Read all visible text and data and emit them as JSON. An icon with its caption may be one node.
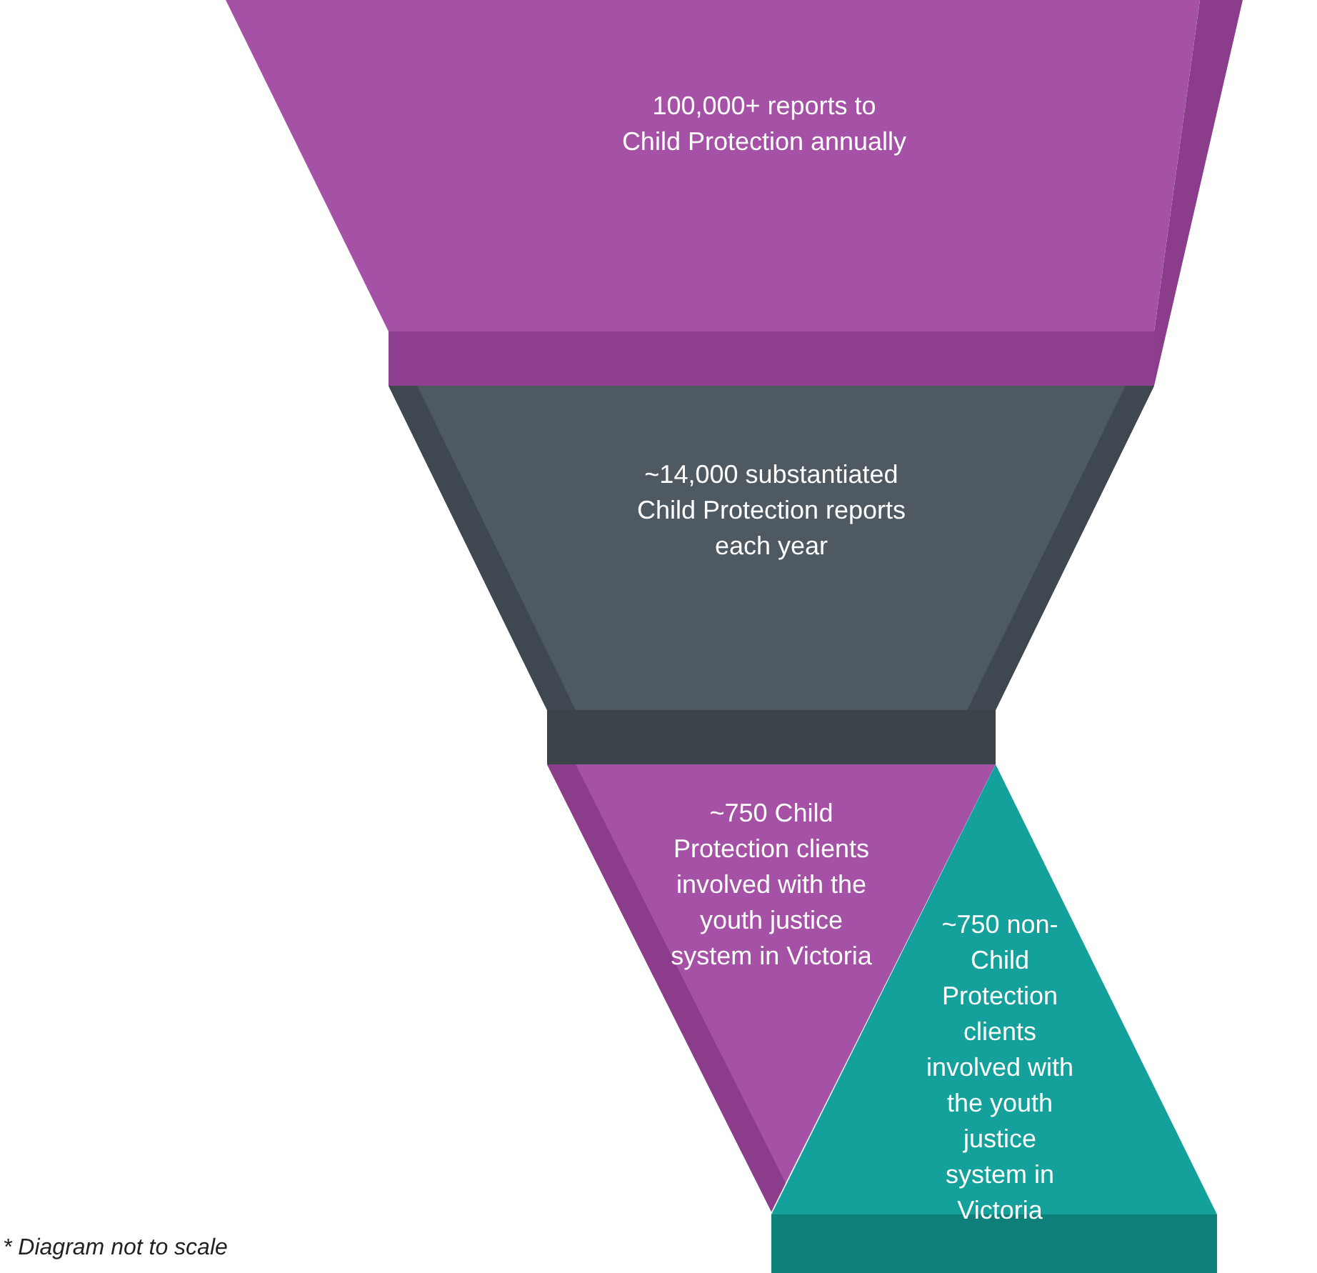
{
  "diagram": {
    "caption": "* Diagram not to scale",
    "nodes": [
      {
        "text": [
          "100,000+ reports to Child Protection annually"
        ]
      },
      {
        "text": [
          "~14,000 substantiated Child Protection reports each year"
        ]
      },
      {
        "text": [
          "~750 Child Protection clients involved with the youth justice system in Victoria"
        ]
      },
      {
        "text": [
          "~750 non-Child Protection clients involved with the youth justice system in Victoria"
        ]
      }
    ]
  }
}
